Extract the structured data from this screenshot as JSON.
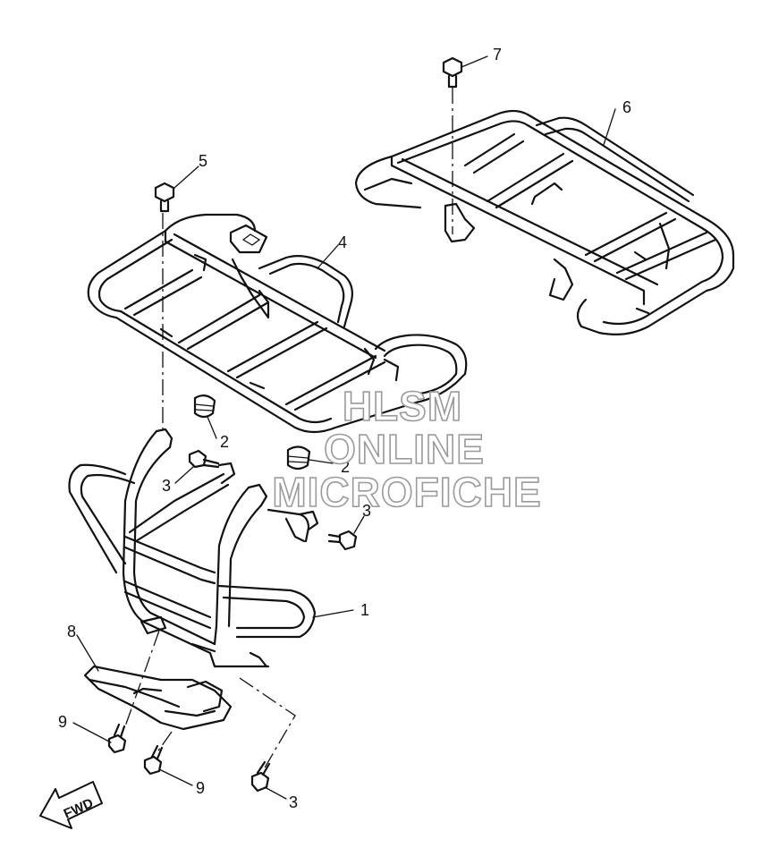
{
  "diagram": {
    "part_labels": [
      "1",
      "2",
      "2",
      "3",
      "3",
      "3",
      "4",
      "5",
      "6",
      "7",
      "8",
      "9",
      "9"
    ],
    "direction_arrow": "FWD",
    "watermark": [
      "HLSM",
      "ONLINE",
      "MICROFICHE"
    ]
  }
}
